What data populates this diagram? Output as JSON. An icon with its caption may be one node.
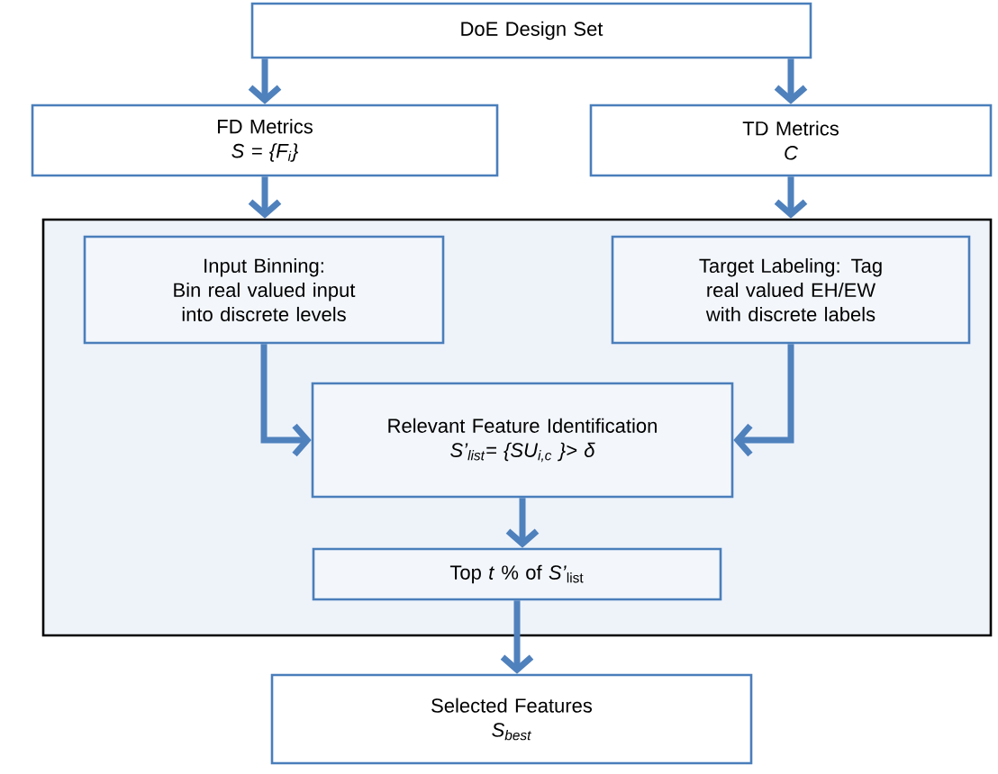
{
  "diagram": {
    "nodes": [
      {
        "text": [
          "DoE Design Set"
        ]
      },
      {
        "text": [
          "FD Metrics",
          "S = {F$_{i}$}"
        ]
      },
      {
        "text": [
          "TD Metrics",
          "C"
        ]
      },
      {
        "text": [],
        "shape": "box"
      },
      {
        "text": [
          "Input Binning:",
          "Bin real valued input into discrete levels"
        ],
        "in": 3
      },
      {
        "text": [
          "Target Labeling: Tag real valued EH/EW with discrete labels"
        ],
        "in": 3
      },
      {
        "text": [
          "Relevant Feature Identification",
          "S’$_{list}$= {SU$_{i,c}$ }> δ"
        ],
        "in": 3
      },
      {
        "text": [
          "Top *t* % of *S’*$_{list}$"
        ],
        "in": 3
      },
      {
        "text": [
          "Selected Features",
          "S$_{best}$"
        ]
      }
    ],
    "edges": [
      {
        "from": 0,
        "to": 1,
        "arrow": "to"
      },
      {
        "from": 0,
        "to": 2,
        "arrow": "to"
      },
      {
        "from": 1,
        "to": 3,
        "arrow": "to"
      },
      {
        "from": 2,
        "to": 3,
        "arrow": "to"
      },
      {
        "from": 4,
        "to": 6,
        "arrow": "to"
      },
      {
        "from": 5,
        "to": 6,
        "arrow": "to"
      },
      {
        "from": 6,
        "to": 7,
        "arrow": "to"
      },
      {
        "from": 7,
        "to": 8,
        "arrow": "to"
      }
    ]
  }
}
